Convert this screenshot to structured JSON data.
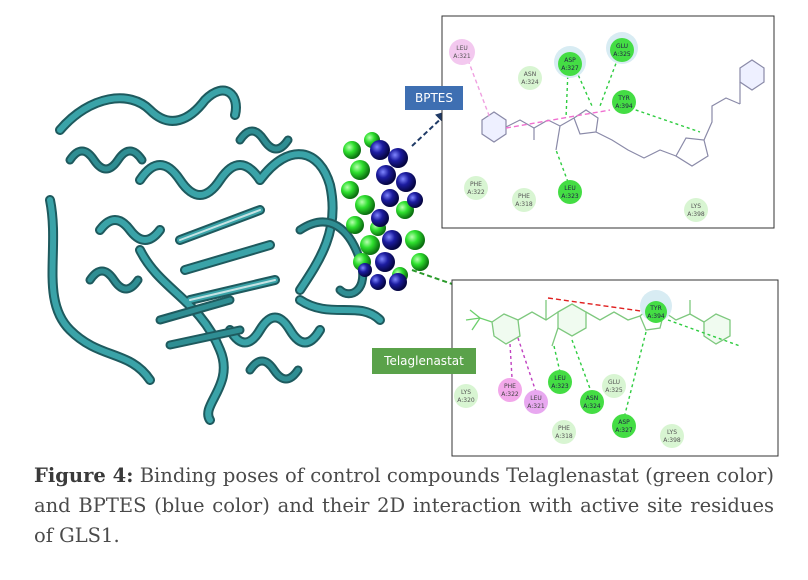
{
  "figure": {
    "bptes_label": "BPTES",
    "telaglenastat_label": "Telaglenastat",
    "bptes_residues": [
      {
        "id": "leu321",
        "name": "LEU",
        "num": "A:321",
        "kind": "pink"
      },
      {
        "id": "asn324",
        "name": "ASN",
        "num": "A:324",
        "kind": "light"
      },
      {
        "id": "asp327",
        "name": "ASP",
        "num": "A:327",
        "kind": "green"
      },
      {
        "id": "glu325",
        "name": "GLU",
        "num": "A:325",
        "kind": "green"
      },
      {
        "id": "tyr394",
        "name": "TYR",
        "num": "A:394",
        "kind": "green"
      },
      {
        "id": "phe322",
        "name": "PHE",
        "num": "A:322",
        "kind": "light"
      },
      {
        "id": "phe318",
        "name": "PHE",
        "num": "A:318",
        "kind": "light"
      },
      {
        "id": "leu323",
        "name": "LEU",
        "num": "A:323",
        "kind": "green"
      },
      {
        "id": "lys398",
        "name": "LYS",
        "num": "A:398",
        "kind": "light"
      }
    ],
    "tela_residues": [
      {
        "id": "tyr394",
        "name": "TYR",
        "num": "A:394",
        "kind": "green"
      },
      {
        "id": "phe322",
        "name": "PHE",
        "num": "A:322",
        "kind": "pink"
      },
      {
        "id": "leu321",
        "name": "LEU",
        "num": "A:321",
        "kind": "pink"
      },
      {
        "id": "leu323",
        "name": "LEU",
        "num": "A:323",
        "kind": "green"
      },
      {
        "id": "glu325",
        "name": "GLU",
        "num": "A:325",
        "kind": "light"
      },
      {
        "id": "asn324",
        "name": "ASN",
        "num": "A:324",
        "kind": "green"
      },
      {
        "id": "lys320",
        "name": "LYS",
        "num": "A:320",
        "kind": "light"
      },
      {
        "id": "asp327",
        "name": "ASP",
        "num": "A:327",
        "kind": "green"
      },
      {
        "id": "phe318",
        "name": "PHE",
        "num": "A:318",
        "kind": "light"
      },
      {
        "id": "lys398",
        "name": "LYS",
        "num": "A:398",
        "kind": "light"
      }
    ],
    "colors": {
      "protein": "#2f7b80",
      "ligand_green": "#2ee02e",
      "ligand_blue": "#1a1a8c",
      "hbond": "#2ecc40",
      "pi_contact": "#e060e0",
      "clash": "#e02020"
    }
  },
  "caption": {
    "label": "Figure 4:",
    "text": " Binding poses of control compounds Telaglenastat (green color) and BPTES (blue color) and their 2D interaction with active site residues of GLS1."
  }
}
